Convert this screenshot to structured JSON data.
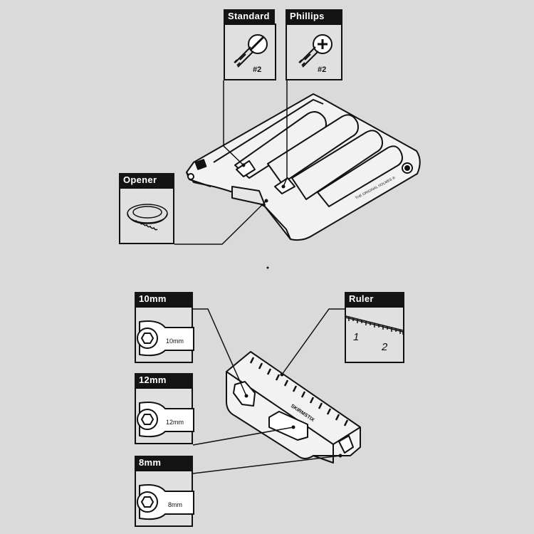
{
  "callouts": {
    "standard": {
      "label": "Standard",
      "size": "#2"
    },
    "phillips": {
      "label": "Phillips",
      "size": "#2"
    },
    "opener": {
      "label": "Opener"
    },
    "wrench10": {
      "label": "10mm",
      "mark": "10mm"
    },
    "wrench12": {
      "label": "12mm",
      "mark": "12mm"
    },
    "wrench8": {
      "label": "8mm",
      "mark": "8mm"
    },
    "ruler": {
      "label": "Ruler",
      "tick1": "1",
      "tick2": "2"
    }
  },
  "product": {
    "top_engraving": "THE ORIGINAL HOLMES ®",
    "side_engraving": "SKIRMSTIX"
  }
}
